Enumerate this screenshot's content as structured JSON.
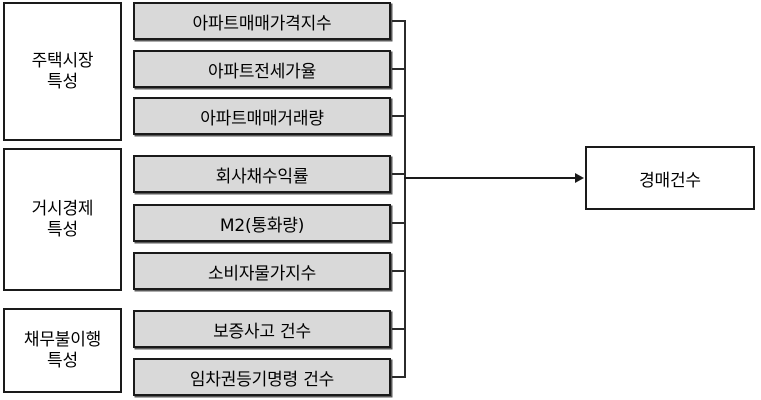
{
  "diagram": {
    "title": "",
    "type": "research-variable-framework",
    "colors": {
      "category_box_fill": "#ffffff",
      "factor_box_fill": "#d9d9d9",
      "border": "#1a1a1a",
      "connector": "#2b2b2b",
      "background": "#ffffff"
    },
    "categories": [
      {
        "label": "주택시장\n특성"
      },
      {
        "label": "거시경제\n특성"
      },
      {
        "label": "채무불이행\n특성"
      }
    ],
    "factors": [
      {
        "label": "아파트매매가격지수"
      },
      {
        "label": "아파트전세가율"
      },
      {
        "label": "아파트매매거래량"
      },
      {
        "label": "회사채수익률"
      },
      {
        "label": "M2(통화량)"
      },
      {
        "label": "소비자물가지수"
      },
      {
        "label": "보증사고 건수"
      },
      {
        "label": "임차권등기명령 건수"
      }
    ],
    "target": {
      "label": "경매건수"
    }
  }
}
